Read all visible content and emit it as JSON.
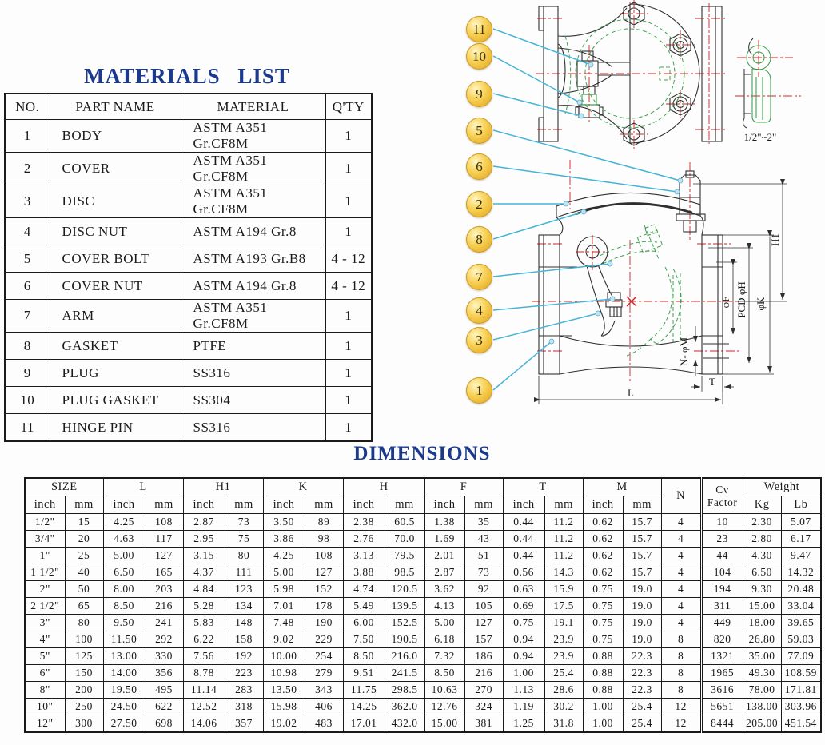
{
  "materials": {
    "title": "MATERIALS LIST",
    "headers": [
      "NO.",
      "PART NAME",
      "MATERIAL",
      "Q'TY"
    ],
    "rows": [
      [
        "1",
        "BODY",
        "ASTM A351 Gr.CF8M",
        "1"
      ],
      [
        "2",
        "COVER",
        "ASTM A351 Gr.CF8M",
        "1"
      ],
      [
        "3",
        "DISC",
        "ASTM A351 Gr.CF8M",
        "1"
      ],
      [
        "4",
        "DISC NUT",
        "ASTM A194 Gr.8",
        "1"
      ],
      [
        "5",
        "COVER BOLT",
        "ASTM A193 Gr.B8",
        "4 - 12"
      ],
      [
        "6",
        "COVER NUT",
        "ASTM A194 Gr.8",
        "4 - 12"
      ],
      [
        "7",
        "ARM",
        "ASTM A351 Gr.CF8M",
        "1"
      ],
      [
        "8",
        "GASKET",
        "PTFE",
        "1"
      ],
      [
        "9",
        "PLUG",
        "SS316",
        "1"
      ],
      [
        "10",
        "PLUG GASKET",
        "SS304",
        "1"
      ],
      [
        "11",
        "HINGE PIN",
        "SS316",
        "1"
      ]
    ]
  },
  "drawing": {
    "callouts": [
      "11",
      "10",
      "9",
      "5",
      "6",
      "2",
      "8",
      "7",
      "4",
      "3",
      "1"
    ],
    "labels": {
      "h1": "H1",
      "f": "φF",
      "pcd": "PCD φH",
      "k": "φK",
      "nm": "N- φM",
      "t": "T",
      "l": "L"
    },
    "detail_note": "1/2\"~2\""
  },
  "dimensions": {
    "title": "DIMENSIONS",
    "groups": [
      "SIZE",
      "L",
      "H1",
      "K",
      "H",
      "F",
      "T",
      "M"
    ],
    "sub_inch": "inch",
    "sub_mm": "mm",
    "n_label": "N",
    "cv_line1": "Cv",
    "cv_line2": "Factor",
    "weight_label": "Weight",
    "kg_label": "Kg",
    "lb_label": "Lb",
    "rows": [
      [
        "1/2\"",
        "15",
        "4.25",
        "108",
        "2.87",
        "73",
        "3.50",
        "89",
        "2.38",
        "60.5",
        "1.38",
        "35",
        "0.44",
        "11.2",
        "0.62",
        "15.7",
        "4",
        "10",
        "2.30",
        "5.07"
      ],
      [
        "3/4\"",
        "20",
        "4.63",
        "117",
        "2.95",
        "75",
        "3.86",
        "98",
        "2.76",
        "70.0",
        "1.69",
        "43",
        "0.44",
        "11.2",
        "0.62",
        "15.7",
        "4",
        "23",
        "2.80",
        "6.17"
      ],
      [
        "1\"",
        "25",
        "5.00",
        "127",
        "3.15",
        "80",
        "4.25",
        "108",
        "3.13",
        "79.5",
        "2.01",
        "51",
        "0.44",
        "11.2",
        "0.62",
        "15.7",
        "4",
        "44",
        "4.30",
        "9.47"
      ],
      [
        "1 1/2\"",
        "40",
        "6.50",
        "165",
        "4.37",
        "111",
        "5.00",
        "127",
        "3.88",
        "98.5",
        "2.87",
        "73",
        "0.56",
        "14.3",
        "0.62",
        "15.7",
        "4",
        "104",
        "6.50",
        "14.32"
      ],
      [
        "2\"",
        "50",
        "8.00",
        "203",
        "4.84",
        "123",
        "5.98",
        "152",
        "4.74",
        "120.5",
        "3.62",
        "92",
        "0.63",
        "15.9",
        "0.75",
        "19.0",
        "4",
        "194",
        "9.30",
        "20.48"
      ],
      [
        "2 1/2\"",
        "65",
        "8.50",
        "216",
        "5.28",
        "134",
        "7.01",
        "178",
        "5.49",
        "139.5",
        "4.13",
        "105",
        "0.69",
        "17.5",
        "0.75",
        "19.0",
        "4",
        "311",
        "15.00",
        "33.04"
      ],
      [
        "3\"",
        "80",
        "9.50",
        "241",
        "5.83",
        "148",
        "7.48",
        "190",
        "6.00",
        "152.5",
        "5.00",
        "127",
        "0.75",
        "19.1",
        "0.75",
        "19.0",
        "4",
        "449",
        "18.00",
        "39.65"
      ],
      [
        "4\"",
        "100",
        "11.50",
        "292",
        "6.22",
        "158",
        "9.02",
        "229",
        "7.50",
        "190.5",
        "6.18",
        "157",
        "0.94",
        "23.9",
        "0.75",
        "19.0",
        "8",
        "820",
        "26.80",
        "59.03"
      ],
      [
        "5\"",
        "125",
        "13.00",
        "330",
        "7.56",
        "192",
        "10.00",
        "254",
        "8.50",
        "216.0",
        "7.32",
        "186",
        "0.94",
        "23.9",
        "0.88",
        "22.3",
        "8",
        "1321",
        "35.00",
        "77.09"
      ],
      [
        "6\"",
        "150",
        "14.00",
        "356",
        "8.78",
        "223",
        "10.98",
        "279",
        "9.51",
        "241.5",
        "8.50",
        "216",
        "1.00",
        "25.4",
        "0.88",
        "22.3",
        "8",
        "1965",
        "49.30",
        "108.59"
      ],
      [
        "8\"",
        "200",
        "19.50",
        "495",
        "11.14",
        "283",
        "13.50",
        "343",
        "11.75",
        "298.5",
        "10.63",
        "270",
        "1.13",
        "28.6",
        "0.88",
        "22.3",
        "8",
        "3616",
        "78.00",
        "171.81"
      ],
      [
        "10\"",
        "250",
        "24.50",
        "622",
        "12.52",
        "318",
        "15.98",
        "406",
        "14.25",
        "362.0",
        "12.76",
        "324",
        "1.19",
        "30.2",
        "1.00",
        "25.4",
        "12",
        "5651",
        "138.00",
        "303.96"
      ],
      [
        "12\"",
        "300",
        "27.50",
        "698",
        "14.06",
        "357",
        "19.02",
        "483",
        "17.01",
        "432.0",
        "15.00",
        "381",
        "1.25",
        "31.8",
        "1.00",
        "25.4",
        "12",
        "8444",
        "205.00",
        "451.54"
      ]
    ]
  },
  "colors": {
    "title_blue": "#1b3a8e",
    "balloon_gold": "#f7d054",
    "leader_cyan": "#45b4d6",
    "line_red": "#cf2222",
    "line_green": "#3fa050",
    "line_black": "#2f2f2f"
  }
}
